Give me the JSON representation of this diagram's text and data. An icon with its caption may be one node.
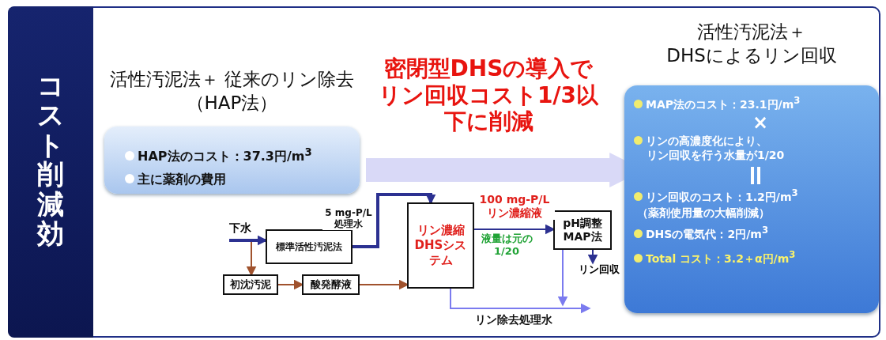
{
  "diagram": {
    "nodes": [
      {
        "text": [
          "コスト削減効"
        ]
      },
      {
        "text": [
          "活性汚泥法＋ 従来のリン除去（HAP法）",
          "HAP法のコスト：37.3円/m$^{3}$",
          "主に薬剤の費用"
        ]
      },
      {
        "text": [
          "活性汚泥法＋ DHSによるリン回収",
          "MAP法のコスト：23.1円/m$^{3}$",
          "×",
          "リンの高濃度化により、リン回収を行う水量が1/20",
          "リン回収のコスト：1.2円/m$^{3}$",
          "（薬剤使用量の大幅削減）",
          "DHSの電気代：2円/m$^{3}$",
          "Total コスト：3.2＋α円/m$^{3}$"
        ]
      },
      {
        "text": [
          "下水"
        ]
      },
      {
        "text": [
          "標準活性汚泥法"
        ]
      },
      {
        "text": [
          "初沈汚泥"
        ]
      },
      {
        "text": [
          "酸発酵液"
        ]
      },
      {
        "text": [
          "リン濃縮DHSシステム"
        ]
      },
      {
        "text": [
          "pH調整MAP法"
        ]
      },
      {
        "text": [
          "リン回収"
        ]
      }
    ],
    "edges": [
      {
        "from": 3,
        "to": 4,
        "arrow": "to",
        "style": "thick"
      },
      {
        "from": 3,
        "to": 5,
        "arrow": "to",
        "color": "#a0522d"
      },
      {
        "from": 5,
        "to": 6,
        "arrow": "to",
        "color": "#a0522d"
      },
      {
        "from": 6,
        "to": 7,
        "arrow": "to",
        "color": "#a0522d"
      },
      {
        "from": 4,
        "to": 7,
        "arrow": "to",
        "style": "thick",
        "label": "5 mg-P/L 処理水"
      },
      {
        "from": 7,
        "to": 8,
        "arrow": "to",
        "label": "100 mg-P/L リン濃縮液"
      },
      {
        "from": 8,
        "to": 9,
        "arrow": "to"
      },
      {
        "from": 7,
        "to": null,
        "arrow": "to",
        "color": "#7b7bef",
        "label": "リン除去処理水"
      },
      {
        "from": 8,
        "to": null,
        "arrow": "to",
        "color": "#7b7bef"
      },
      {
        "from": 1,
        "to": 2,
        "arrow": "to",
        "style": "thick",
        "color": "#d9d9f7",
        "label": "密閉型DHSの導入でリン回収コスト1/3以下に削減"
      }
    ],
    "labels": [
      "液量は元の1/20"
    ]
  }
}
